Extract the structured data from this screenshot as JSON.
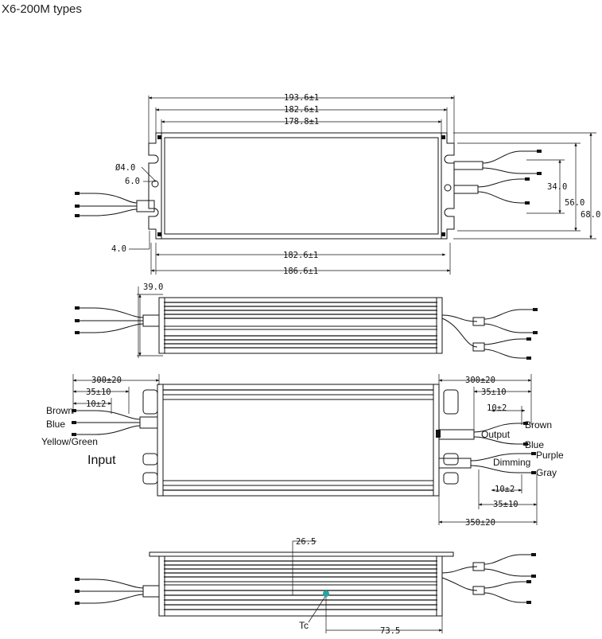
{
  "title": "X6-200M types",
  "top_view": {
    "dims": {
      "overall_length": "193.6±1",
      "mount_length": "182.6±1",
      "body_length": "178.8±1",
      "hole_dia": "Ø4.0",
      "hole_offset": "6.0",
      "edge": "4.0",
      "bottom_inner": "182.6±1",
      "bottom_outer": "186.6±1",
      "h_inner": "34.0",
      "h_mid": "56.0",
      "h_outer": "68.0"
    }
  },
  "side_view": {
    "dims": {
      "height": "39.0"
    }
  },
  "wiring_view": {
    "dims": {
      "input_total": "300±20",
      "input_strip": "35±10",
      "input_tip": "10±2",
      "output_total": "300±20",
      "output_strip": "35±10",
      "output_tip": "10±2",
      "dim_tip": "10±2",
      "dim_strip": "35±10",
      "dim_total": "350±20"
    },
    "labels": {
      "brown_in": "Brown",
      "blue_in": "Blue",
      "yg_in": "Yellow/Green",
      "input": "Input",
      "output": "Output",
      "brown_out": "Brown",
      "blue_out": "Blue",
      "dimming": "Dimming",
      "purple": "Purple",
      "gray": "Gray"
    }
  },
  "bottom_view": {
    "dims": {
      "tc_height": "26.5",
      "tc_offset": "73.5"
    },
    "labels": {
      "tc": "Tc"
    },
    "colors": {
      "tc_point": "#1fa7a0"
    }
  }
}
